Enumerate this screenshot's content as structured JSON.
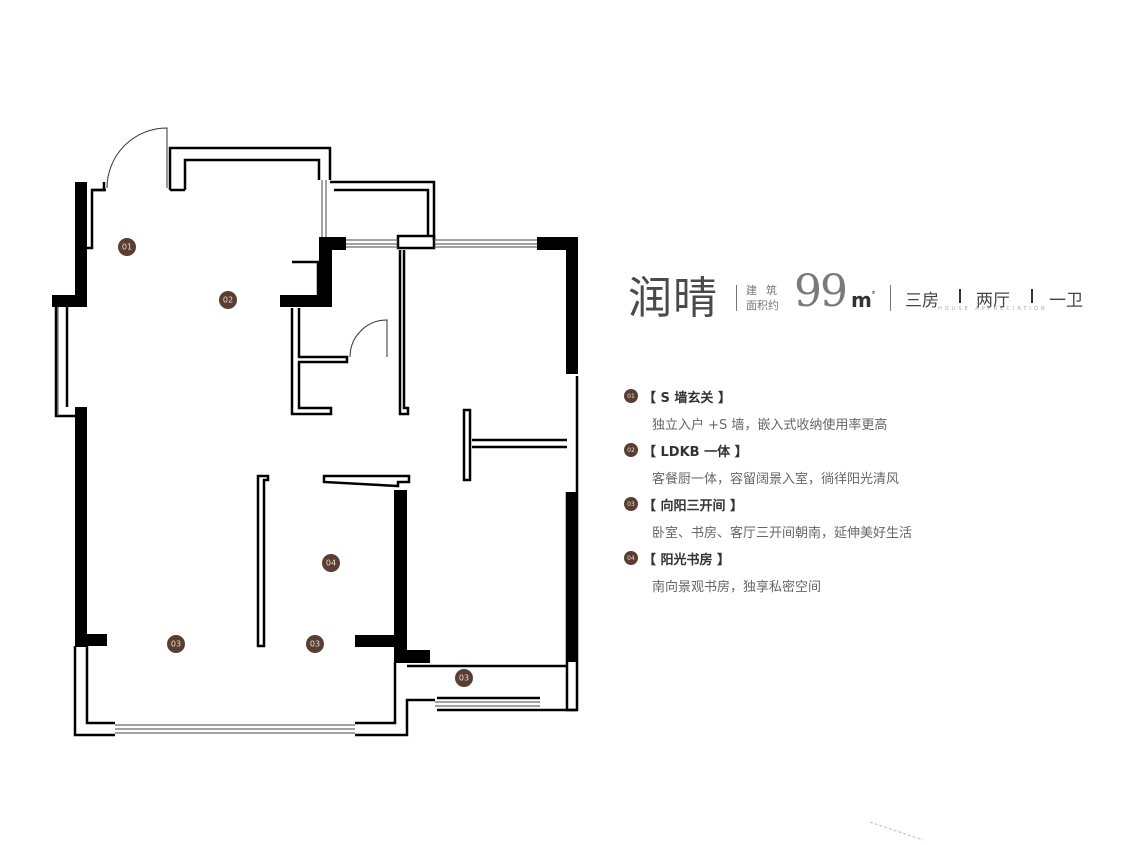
{
  "title": "润晴",
  "area": {
    "label_line1": "建筑",
    "label_line2": "面积约",
    "value": "99",
    "unit": "m",
    "unit_sup": "²"
  },
  "layout": {
    "bedrooms": "三房",
    "halls": "两厅",
    "bathrooms": "一卫",
    "subtitle_en": "HOUSE APPRECIATION"
  },
  "colors": {
    "marker_fill": "#5a3e34",
    "marker_text": "#e9ddc8",
    "wall_solid": "#000000",
    "title_text": "#4a4a4a"
  },
  "features": [
    {
      "num": "01",
      "title": "【 S 墙玄关 】",
      "desc": "独立入户 +S 墙，嵌入式收纳使用率更高"
    },
    {
      "num": "02",
      "title": "【 LDKB 一体 】",
      "desc": "客餐厨一体，容留阔景入室，徜徉阳光清风"
    },
    {
      "num": "03",
      "title": "【 向阳三开间 】",
      "desc": "卧室、书房、客厅三开间朝南，延伸美好生活"
    },
    {
      "num": "04",
      "title": "【 阳光书房 】",
      "desc": "南向景观书房，独享私密空间"
    }
  ],
  "plan_markers": [
    {
      "num": "01",
      "room": "entrance"
    },
    {
      "num": "02",
      "room": "living-dining-kitchen"
    },
    {
      "num": "03",
      "room": "living-room-south"
    },
    {
      "num": "03",
      "room": "study-south"
    },
    {
      "num": "04",
      "room": "study"
    },
    {
      "num": "03",
      "room": "bedroom-south"
    }
  ]
}
